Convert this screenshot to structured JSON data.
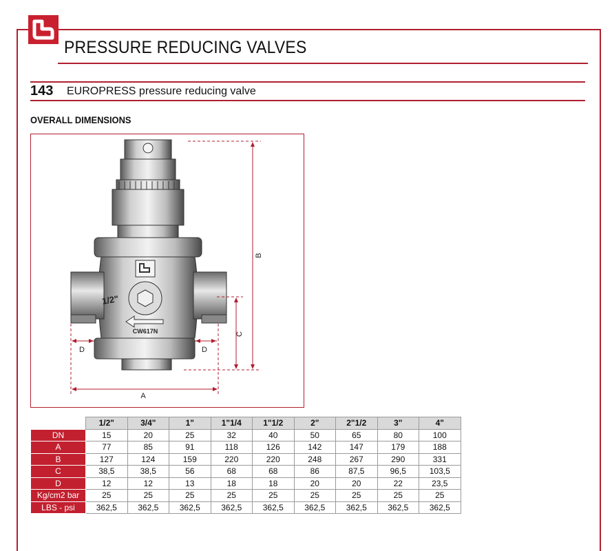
{
  "header": {
    "section_title": "PRESSURE REDUCING VALVES",
    "logo_icon": "company-logo-icon",
    "accent_color": "#b01e2f"
  },
  "product": {
    "code": "143",
    "name": "EUROPRESS pressure reducing valve"
  },
  "dimensions_title": "OVERALL DIMENSIONS",
  "drawing": {
    "size_marking": "1/2\"",
    "material_marking": "CW617N",
    "label_a": "A",
    "label_b": "B",
    "label_c": "C",
    "label_d_left": "D",
    "label_d_right": "D"
  },
  "table": {
    "columns": [
      "1/2\"",
      "3/4\"",
      "1\"",
      "1\"1/4",
      "1\"1/2",
      "2\"",
      "2\"1/2",
      "3\"",
      "4\""
    ],
    "rows": [
      {
        "label": "DN",
        "values": [
          "15",
          "20",
          "25",
          "32",
          "40",
          "50",
          "65",
          "80",
          "100"
        ]
      },
      {
        "label": "A",
        "values": [
          "77",
          "85",
          "91",
          "118",
          "126",
          "142",
          "147",
          "179",
          "188"
        ]
      },
      {
        "label": "B",
        "values": [
          "127",
          "124",
          "159",
          "220",
          "220",
          "248",
          "267",
          "290",
          "331"
        ]
      },
      {
        "label": "C",
        "values": [
          "38,5",
          "38,5",
          "56",
          "68",
          "68",
          "86",
          "87,5",
          "96,5",
          "103,5"
        ]
      },
      {
        "label": "D",
        "values": [
          "12",
          "12",
          "13",
          "18",
          "18",
          "20",
          "20",
          "22",
          "23,5"
        ]
      },
      {
        "label": "Kg/cm2 bar",
        "values": [
          "25",
          "25",
          "25",
          "25",
          "25",
          "25",
          "25",
          "25",
          "25"
        ]
      },
      {
        "label": "LBS - psi",
        "values": [
          "362,5",
          "362,5",
          "362,5",
          "362,5",
          "362,5",
          "362,5",
          "362,5",
          "362,5",
          "362,5"
        ]
      }
    ]
  }
}
